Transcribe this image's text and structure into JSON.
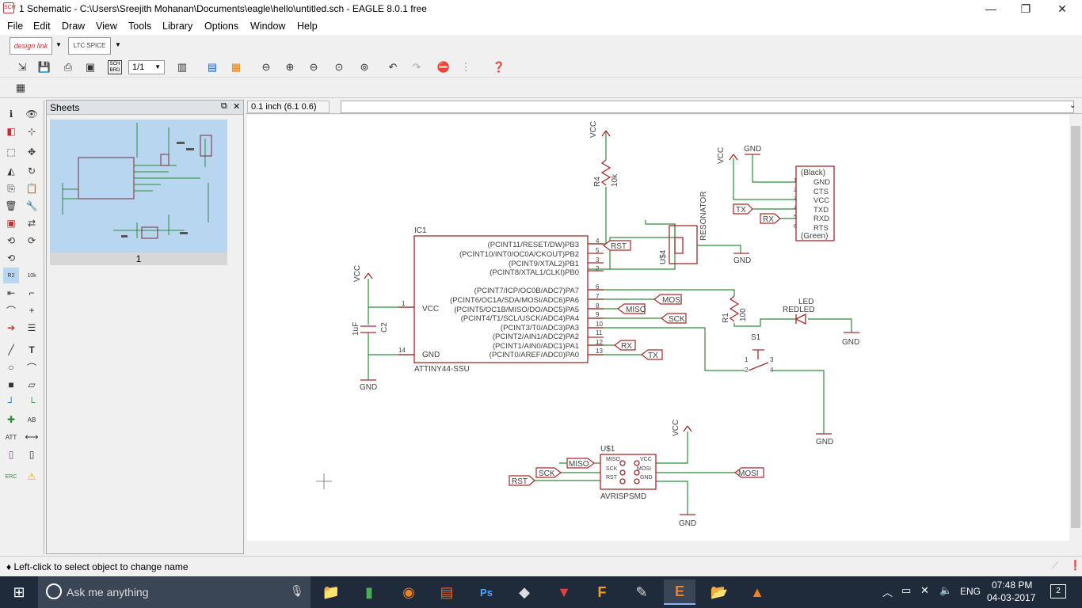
{
  "window": {
    "title": "1 Schematic - C:\\Users\\Sreejith Mohanan\\Documents\\eagle\\hello\\untitled.sch - EAGLE 8.0.1 free",
    "icon": "SCH",
    "minimize": "—",
    "restore": "❐",
    "close": "✕"
  },
  "menu": [
    "File",
    "Edit",
    "Draw",
    "View",
    "Tools",
    "Library",
    "Options",
    "Window",
    "Help"
  ],
  "toolbar": {
    "designlink": "design link",
    "ltspice": "LTC SPICE",
    "sheet_select": "1/1",
    "brd": "SCH BRD"
  },
  "sheets_panel": {
    "title": "Sheets",
    "sheet_number": "1"
  },
  "coord": {
    "value": "0.1 inch (6.1 0.6)"
  },
  "status": {
    "text": "♦ Left-click to select object to change name"
  },
  "schematic": {
    "ic1": {
      "name": "IC1",
      "value": "ATTINY44-SSU",
      "pins_right": [
        "(PCINT11/RESET/DW)PB3",
        "(PCINT10/INT0/OC0A/CKOUT)PB2",
        "(PCINT9/XTAL2)PB1",
        "(PCINT8/XTAL1/CLKI)PB0",
        "(PCINT7/ICP/OC0B/ADC7)PA7",
        "(PCINT6/OC1A/SDA/MOSI/ADC6)PA6",
        "(PCINT5/OC1B/MISO/DO/ADC5)PA5",
        "(PCINT4/T1/SCL/USCK/ADC4)PA4",
        "(PCINT3/T0/ADC3)PA3",
        "(PCINT2/AIN1/ADC2)PA2",
        "(PCINT1/AIN0/ADC1)PA1",
        "(PCINT0/AREF/ADC0)PA0"
      ],
      "pin_numbers": [
        "4",
        "5",
        "3",
        "2",
        "6",
        "7",
        "8",
        "9",
        "10",
        "11",
        "12",
        "13"
      ],
      "vcc": "VCC",
      "gnd": "GND",
      "vcc_pin": "1",
      "gnd_pin": "14"
    },
    "r4": {
      "name": "R4",
      "value": "10k"
    },
    "r1": {
      "name": "R1",
      "value": "100"
    },
    "c2": {
      "name": "C2",
      "value": "1uF"
    },
    "resonator": {
      "name": "U$4",
      "value": "RESONATOR"
    },
    "led": {
      "name": "LED",
      "value": "REDLED"
    },
    "switch": {
      "name": "S1",
      "pins": [
        "1",
        "2",
        "3",
        "4"
      ]
    },
    "ftdi": {
      "top": "(Black)",
      "bottom": "(Green)",
      "pins": [
        "GND",
        "CTS",
        "VCC",
        "TXD",
        "RXD",
        "RTS"
      ],
      "nums": [
        "1",
        "2",
        "3",
        "4",
        "5",
        "6"
      ]
    },
    "isp": {
      "name": "U$1",
      "value": "AVRISPSMD",
      "left": [
        "MISO",
        "SCK",
        "RST"
      ],
      "right": [
        "VCC",
        "MOSI",
        "GND"
      ]
    },
    "labels": {
      "rst": "RST",
      "mosi": "MOSI",
      "miso": "MISO",
      "sck": "SCK",
      "rx": "RX",
      "tx": "TX",
      "vcc": "VCC",
      "gnd": "GND"
    }
  },
  "taskbar": {
    "search": "Ask me anything",
    "lang": "ENG",
    "time": "07:48 PM",
    "date": "04-03-2017",
    "notif": "2"
  },
  "colors": {
    "wire": "#2e8b3a",
    "part": "#a52a2a",
    "text": "#404040"
  }
}
